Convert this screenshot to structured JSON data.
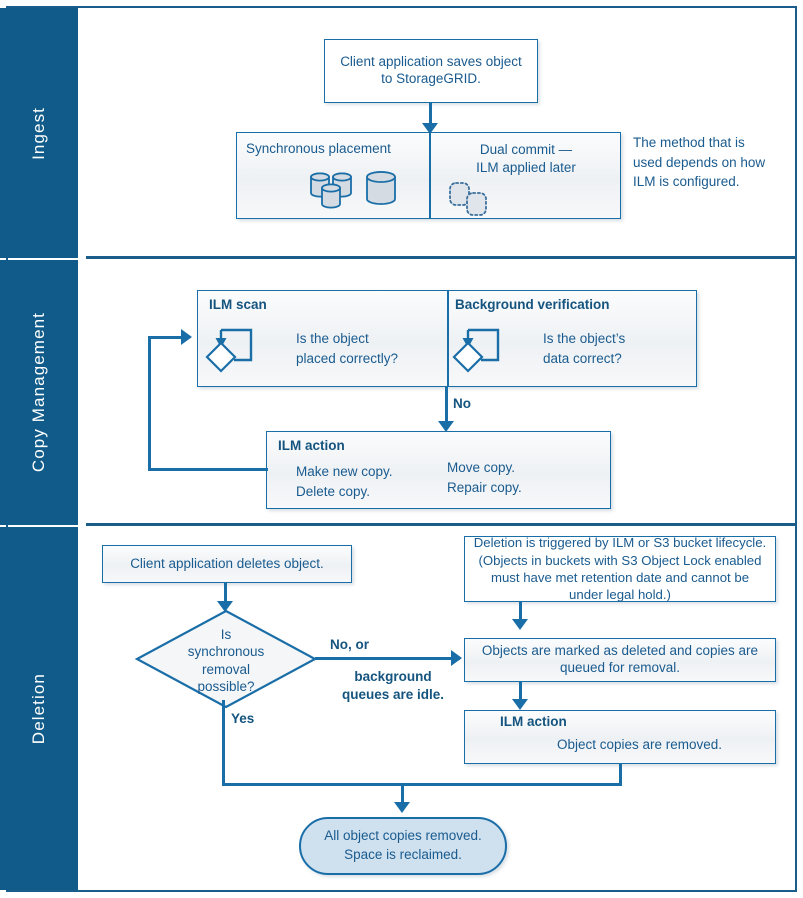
{
  "diagram": {
    "title": "StorageGRID object lifecycle swimlane diagram",
    "accent_dark": "#105b89",
    "accent_line": "#1a6ea8",
    "text_color": "#1a5b8f",
    "box_fill": "#eef1f4",
    "terminator_fill": "#cfe0ee"
  },
  "lanes": [
    {
      "id": "ingest",
      "label": "Ingest"
    },
    {
      "id": "copy_management",
      "label": "Copy Management"
    },
    {
      "id": "deletion",
      "label": "Deletion"
    }
  ],
  "ingest": {
    "client_box": "Client application saves object to StorageGRID.",
    "sync_placement": {
      "label": "Synchronous placement",
      "icon": "storage-cylinders-icon"
    },
    "dual_commit": {
      "label_line1": "Dual commit —",
      "label_line2": "ILM applied later",
      "icon": "dashed-objects-icon"
    },
    "note": "The method that is used depends on how ILM is configured."
  },
  "copy_management": {
    "ilm_scan": {
      "title": "ILM scan",
      "question_line1": "Is the object",
      "question_line2": "placed correctly?",
      "icon": "loop-decision-icon"
    },
    "background_verification": {
      "title": "Background verification",
      "question_line1": "Is the object’s",
      "question_line2": "data correct?",
      "icon": "loop-decision-icon"
    },
    "no_label": "No",
    "ilm_action": {
      "title": "ILM action",
      "col1": [
        "Make new copy.",
        "Delete copy."
      ],
      "col2": [
        "Move copy.",
        "Repair copy."
      ]
    }
  },
  "deletion": {
    "client_box": "Client application deletes object.",
    "decision": {
      "line1": "Is",
      "line2": "synchronous",
      "line3": "removal",
      "line4": "possible?"
    },
    "yes_label": "Yes",
    "no_label_line1": "No, or",
    "no_label_line2": "background",
    "no_label_line3": "queues are idle.",
    "trigger_note": "Deletion is triggered by ILM or  S3 bucket lifecycle. (Objects in buckets with S3 Object Lock enabled must have met retention date and cannot be under legal hold.)",
    "marked_box": "Objects are marked as deleted and copies are queued for removal.",
    "ilm_action": {
      "title": "ILM action",
      "body": "Object copies are removed."
    },
    "terminator_line1": "All object copies removed.",
    "terminator_line2": "Space is reclaimed."
  }
}
